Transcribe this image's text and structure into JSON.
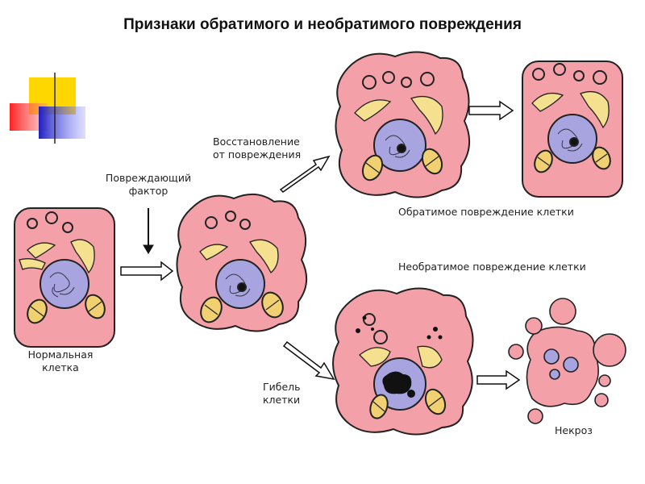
{
  "title": "Признаки обратимого и необратимого повреждения",
  "labels": {
    "normal_cell": "Нормальная клетка",
    "damaging_factor": "Повреждающий фактор",
    "recovery": "Восстановление от повреждения",
    "reversible": "Обратимое повреждение клетки",
    "irreversible": "Необратимое повреждение клетки",
    "cell_death": "Гибель клетки",
    "necrosis": "Некроз"
  },
  "colors": {
    "cytoplasm": "#f4a0a8",
    "nucleus": "#a8a4e0",
    "mitochondria": "#f0d070",
    "er": "#f5e090",
    "outline": "#222222",
    "deco_yellow": "#ffd700",
    "deco_red": "#ff3333",
    "deco_blue": "#3a3acc"
  }
}
